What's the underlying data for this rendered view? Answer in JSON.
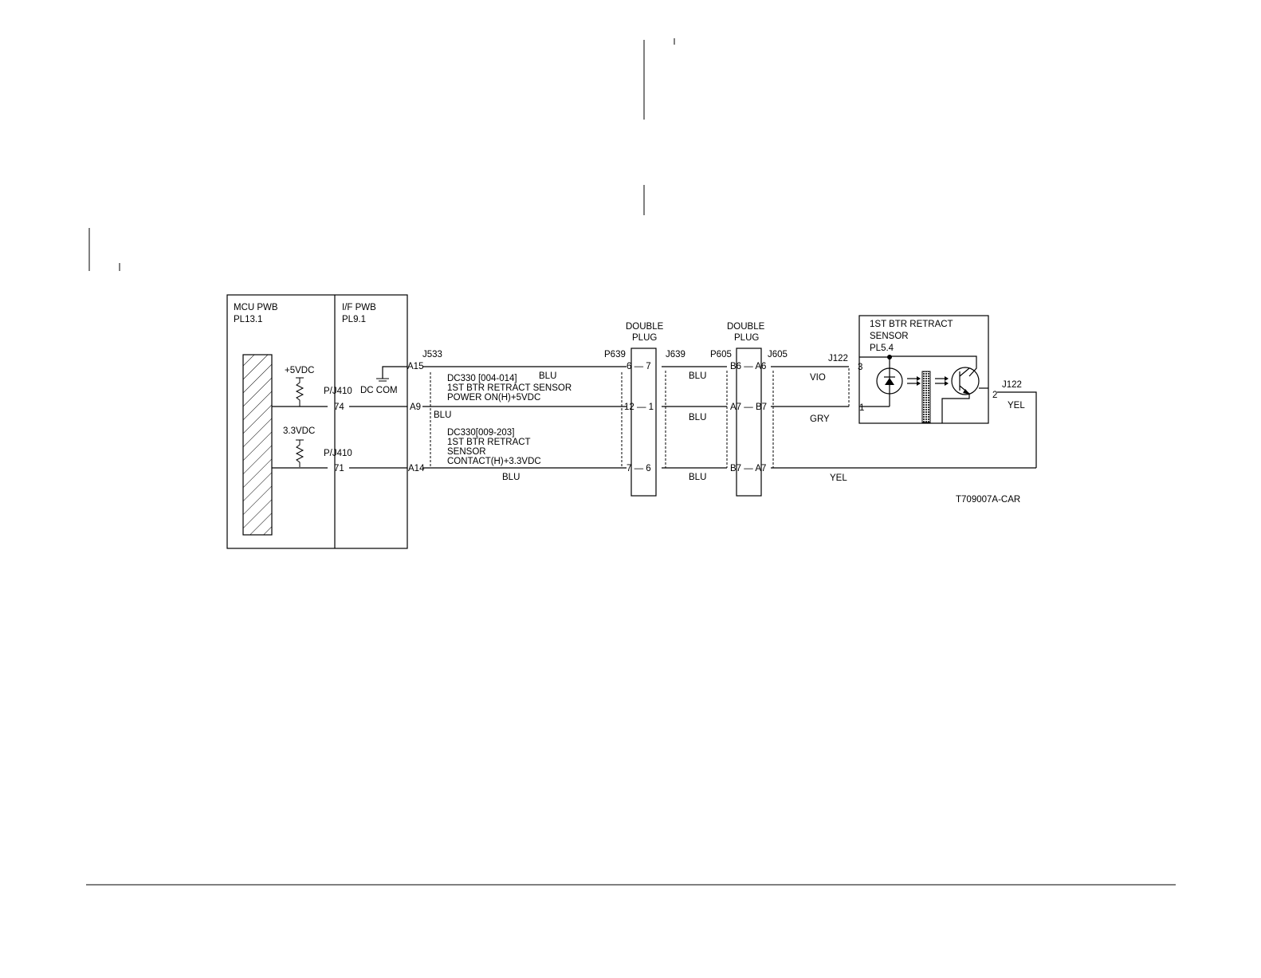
{
  "diagram": {
    "mcu_board": {
      "name": "MCU PWB",
      "ref": "PL13.1"
    },
    "if_board": {
      "name": "I/F PWB",
      "ref": "PL9.1"
    },
    "supply_5v": "+5VDC",
    "supply_3v3": "3.3VDC",
    "pj410_top": "P/J410",
    "pj410_bottom": "P/J410",
    "dc_com": "DC COM",
    "pin_74": "74",
    "pin_71": "71",
    "j533": "J533",
    "pin_a15": "A15",
    "pin_a9": "A9",
    "pin_a14": "A14",
    "signal1": {
      "line1": "DC330 [004-014]",
      "line2": "1ST BTR RETRACT SENSOR",
      "line3": "POWER ON(H)+5VDC"
    },
    "signal2": {
      "line1": "DC330[009-203]",
      "line2": "1ST BTR RETRACT",
      "line3": "SENSOR",
      "line4": "CONTACT(H)+3.3VDC"
    },
    "wire_blu_top": "BLU",
    "wire_blu_mid": "BLU",
    "wire_blu_bottom": "BLU",
    "plug1": {
      "title_1": "DOUBLE",
      "title_2": "PLUG",
      "p_label": "P639",
      "j_label": "J639",
      "row1": "6 — 7",
      "row2": "12 — 1",
      "row3": "7 — 6"
    },
    "wire2_blu_top": "BLU",
    "wire2_blu_mid": "BLU",
    "wire2_blu_bottom": "BLU",
    "plug2": {
      "title_1": "DOUBLE",
      "title_2": "PLUG",
      "p_label": "P605",
      "j_label": "J605",
      "row1": "B6 — A6",
      "row2": "A7 — B7",
      "row3": "B7 — A7"
    },
    "wire3_top": "VIO",
    "wire3_mid": "GRY",
    "wire3_bottom": "YEL",
    "sensor": {
      "line1": "1ST BTR RETRACT",
      "line2": "SENSOR",
      "line3": "PL5.4"
    },
    "j122_left": "J122",
    "j122_right": "J122",
    "pin_3": "3",
    "pin_1": "1",
    "pin_2": "2",
    "yel_right": "YEL",
    "figure_id": "T709007A-CAR"
  }
}
